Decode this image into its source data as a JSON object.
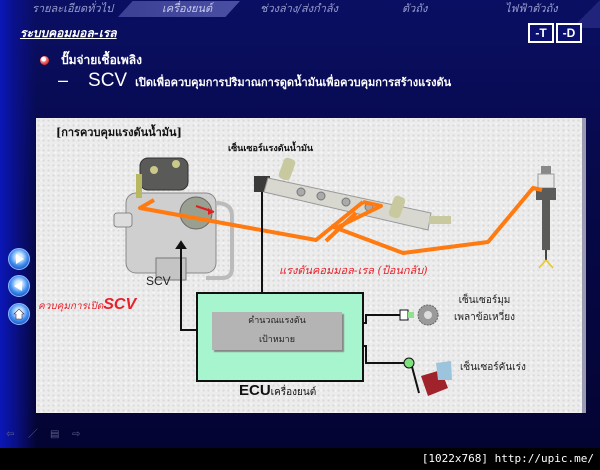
{
  "nav": {
    "items": [
      {
        "label": "รายละเอียดทั่วไป",
        "active": false
      },
      {
        "label": "เครื่องยนต์",
        "active": true
      },
      {
        "label": "ช่วงล่าง/ส่งกำลัง",
        "active": false
      },
      {
        "label": "ตัวถัง",
        "active": false
      },
      {
        "label": "ไฟฟ้าตัวถัง",
        "active": false
      }
    ]
  },
  "header": {
    "section_title": "ระบบคอมมอล-เรล",
    "buttons": {
      "t": "-T",
      "d": "-D"
    }
  },
  "content": {
    "bullet": "ปั๊มจ่ายเชื้อเพลิง",
    "sub": {
      "dash": "–",
      "scv": "SCV",
      "text": "เปิดเพื่อควบคุมการปริมาณการดูดน้ำมันเพื่อควบคุมการสร้างแรงดัน"
    }
  },
  "diagram": {
    "title": "[การควบคุมแรงดันน้ำมัน]",
    "pressure_sensor": "เซ็นเซอร์แรงดันน้ำมัน",
    "scv_label": "SCV",
    "scv_open_prefix": "ควบคุมการเปิด",
    "scv_open_suffix": "SCV",
    "feedback": "แรงดันคอมมอล-เรล (ป้อนกลับ)",
    "ecu_inner_line1": "คำนวณแรงดัน",
    "ecu_inner_line2": "เป้าหมาย",
    "ecu_label_main": "ECU",
    "ecu_label_suffix": "เครื่องยนต์",
    "crank_sensor_line1": "เซ็นเซอร์มุม",
    "crank_sensor_line2": "เพลาข้อเหวี่ยง",
    "accel_sensor": "เซ็นเซอร์คันเร่ง",
    "colors": {
      "fuel_line": "#ff7a10",
      "ecu_box": "#a6f5cf",
      "ecu_inner": "#b4b4b4",
      "red_text": "#e8202a"
    }
  },
  "side_buttons": [
    "next-icon",
    "previous-icon",
    "home-icon"
  ],
  "bottom_icons": [
    "back-arrow-icon",
    "pen-icon",
    "menu-icon",
    "forward-arrow-icon"
  ],
  "watermark": "[1022x768] http://upic.me/"
}
